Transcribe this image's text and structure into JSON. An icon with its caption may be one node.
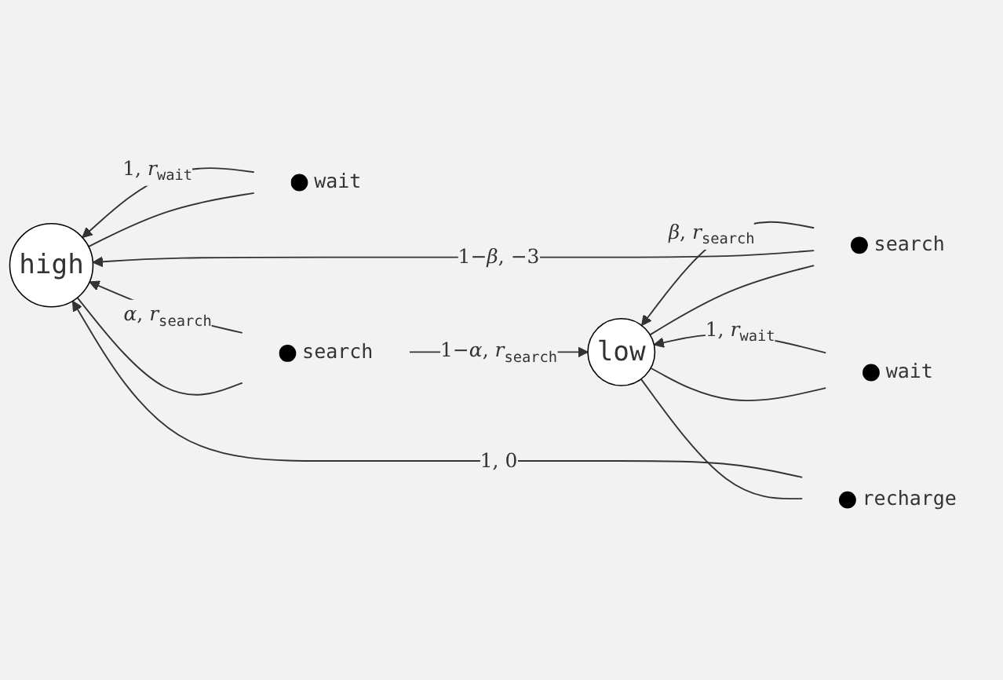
{
  "diagram": {
    "nodes": [
      {
        "text": [
          "high"
        ]
      },
      {
        "text": [
          "low"
        ]
      },
      {
        "text": [],
        "shape": "circle",
        "beside": [
          "wait"
        ]
      },
      {
        "text": [],
        "shape": "circle",
        "beside": [
          "search"
        ]
      },
      {
        "text": [],
        "shape": "circle",
        "beside": [
          "recharge"
        ]
      },
      {
        "text": [],
        "shape": "circle",
        "beside": [
          "search"
        ]
      },
      {
        "text": [],
        "shape": "circle",
        "beside": [
          "wait"
        ]
      }
    ],
    "edges": [
      {
        "from": 0,
        "to": 2,
        "arrow": "none"
      },
      {
        "from": 2,
        "to": 0,
        "arrow": "to",
        "label": "1, *r*$_{wait}$"
      },
      {
        "from": 1,
        "to": 3,
        "arrow": "none"
      },
      {
        "from": 3,
        "to": 0,
        "arrow": "to",
        "label": "1−*β*, −3"
      },
      {
        "from": 3,
        "to": 1,
        "arrow": "to",
        "label": "*β*, *r*$_{search}$"
      },
      {
        "from": 1,
        "to": 4,
        "arrow": "none"
      },
      {
        "from": 4,
        "to": 0,
        "arrow": "to",
        "label": "1, 0"
      },
      {
        "from": 0,
        "to": 5,
        "arrow": "none"
      },
      {
        "from": 5,
        "to": 0,
        "arrow": "to",
        "label": "*α*, *r*$_{search}$"
      },
      {
        "from": 5,
        "to": 1,
        "arrow": "to",
        "label": "1−*α*, *r*$_{search}$"
      },
      {
        "from": 1,
        "to": 6,
        "arrow": "none"
      },
      {
        "from": 6,
        "to": 1,
        "arrow": "to",
        "label": "1, *r*$_{wait}$"
      }
    ]
  }
}
